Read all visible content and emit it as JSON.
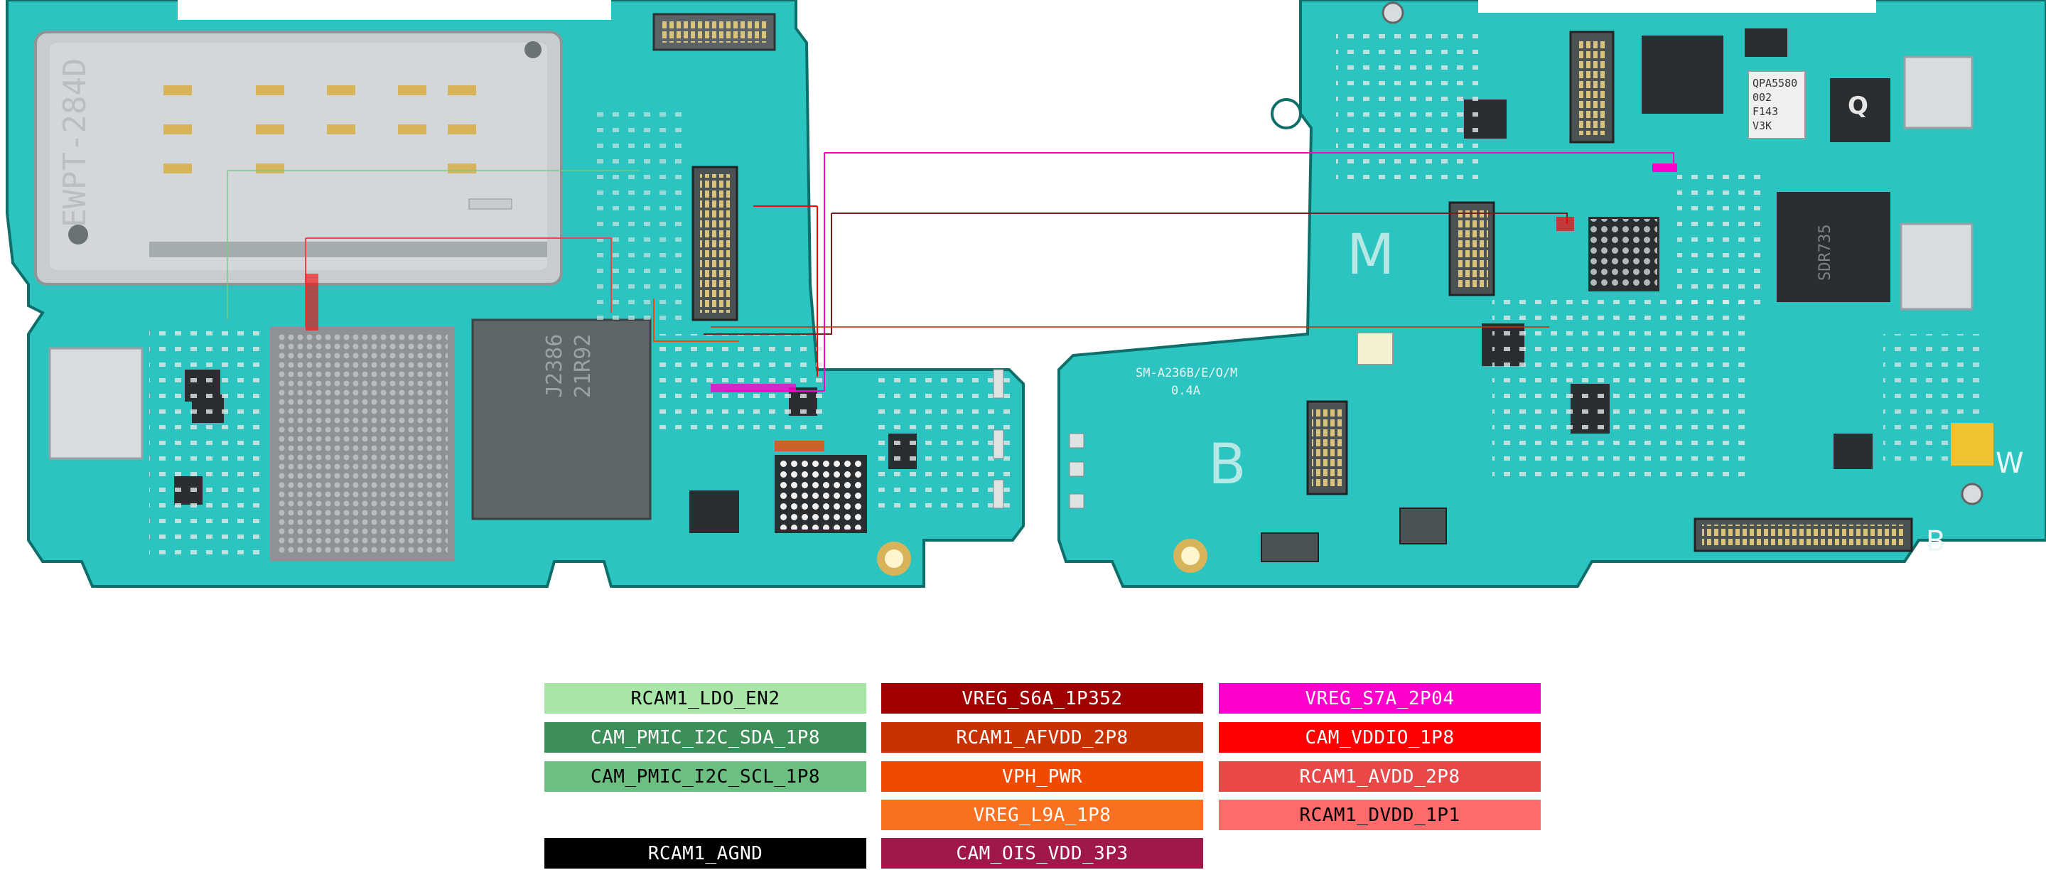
{
  "board": {
    "label_model": "SM-A236B/E/O/M",
    "label_rev": "0.4A",
    "letter_m": "M",
    "letter_b_left": "B",
    "letter_b_right": "B",
    "letter_w": "W",
    "sim_tray_text": "EWPT-284D",
    "chip_qpa_line1": "QPA5580",
    "chip_qpa_line2": "002",
    "chip_qpa_line3": "F143",
    "chip_qpa_line4": "V3K",
    "chip_emmc_line1": "21R92",
    "chip_emmc_line2": "J2386",
    "chip_sdr_line1": "SDR735",
    "chip_q_logo": "Q"
  },
  "legend": {
    "rows": [
      [
        {
          "label": "RCAM1_LDO_EN2",
          "bg": "#a8e6a8",
          "fg": "#000000"
        },
        {
          "label": "VREG_S6A_1P352",
          "bg": "#a00000",
          "fg": "#ffffff"
        },
        {
          "label": "VREG_S7A_2P04",
          "bg": "#ff00cc",
          "fg": "#ffffff"
        }
      ],
      [
        {
          "label": "CAM_PMIC_I2C_SDA_1P8",
          "bg": "#3d8f5a",
          "fg": "#ffffff"
        },
        {
          "label": "RCAM1_AFVDD_2P8",
          "bg": "#c83200",
          "fg": "#ffffff"
        },
        {
          "label": "CAM_VDDIO_1P8",
          "bg": "#ff0000",
          "fg": "#ffffff"
        }
      ],
      [
        {
          "label": "CAM_PMIC_I2C_SCL_1P8",
          "bg": "#6cbf80",
          "fg": "#000000"
        },
        {
          "label": "VPH_PWR",
          "bg": "#f04a00",
          "fg": "#ffffff"
        },
        {
          "label": "RCAM1_AVDD_2P8",
          "bg": "#e84848",
          "fg": "#ffffff"
        }
      ],
      [
        {
          "label": "",
          "bg": "",
          "fg": ""
        },
        {
          "label": "VREG_L9A_1P8",
          "bg": "#f87020",
          "fg": "#ffffff"
        },
        {
          "label": "RCAM1_DVDD_1P1",
          "bg": "#ff6a6a",
          "fg": "#000000"
        }
      ],
      [
        {
          "label": "RCAM1_AGND",
          "bg": "#000000",
          "fg": "#ffffff"
        },
        {
          "label": "CAM_OIS_VDD_3P3",
          "bg": "#a0184a",
          "fg": "#ffffff"
        },
        {
          "label": "",
          "bg": "",
          "fg": ""
        }
      ]
    ]
  },
  "colors": {
    "pcb": "#2cc4c0",
    "pcb_dark": "#1f9e9a",
    "pcb_edge": "#0e6f6a",
    "chip": "#2a2e30",
    "shield": "#c8cccf",
    "gold": "#d7b45a",
    "trace_magenta": "#ff00cc",
    "trace_red": "#ff0000",
    "trace_brown": "#7a1c1c",
    "trace_green": "#7ac77a"
  }
}
